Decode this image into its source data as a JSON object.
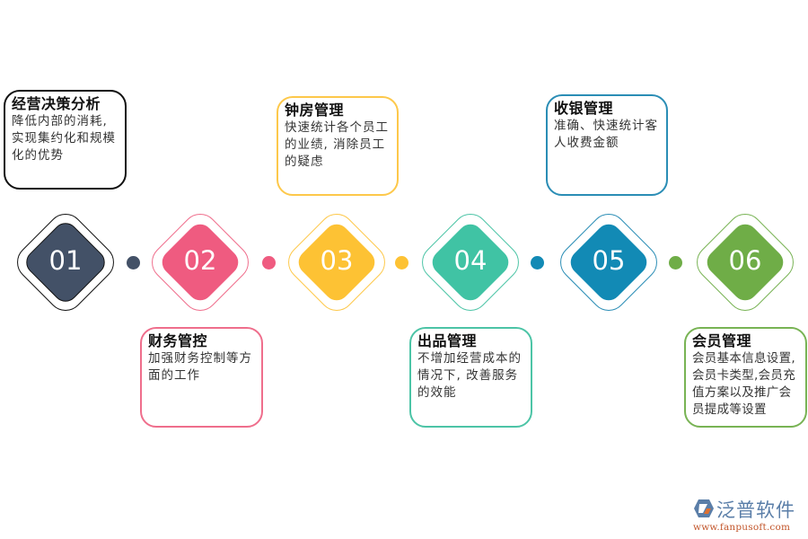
{
  "colors": {
    "step1": "#435167",
    "step2": "#ef5b80",
    "step3": "#fdc234",
    "step4": "#40c3a4",
    "step5": "#128ab5",
    "step6": "#6fad47"
  },
  "steps": [
    {
      "number": "01",
      "title": "经营决策分析",
      "desc": "降低内部的消耗,实现集约化和规模化的优势",
      "position": "top"
    },
    {
      "number": "02",
      "title": "财务管控",
      "desc": "加强财务控制等方面的工作",
      "position": "bottom"
    },
    {
      "number": "03",
      "title": "钟房管理",
      "desc": "快速统计各个员工的业绩, 消除员工的疑虑",
      "position": "top"
    },
    {
      "number": "04",
      "title": "出品管理",
      "desc": "不增加经营成本的情况下, 改善服务的效能",
      "position": "bottom"
    },
    {
      "number": "05",
      "title": "收银管理",
      "desc": "准确、快速统计客人收费金额",
      "position": "top"
    },
    {
      "number": "06",
      "title": "会员管理",
      "desc": "会员基本信息设置,会员卡类型,会员充值方案以及推广会员提成等设置",
      "position": "bottom"
    }
  ],
  "logo": {
    "icon": "fanpu-logo-icon",
    "name": "泛普软件",
    "url": "www.fanpusoft.com"
  }
}
